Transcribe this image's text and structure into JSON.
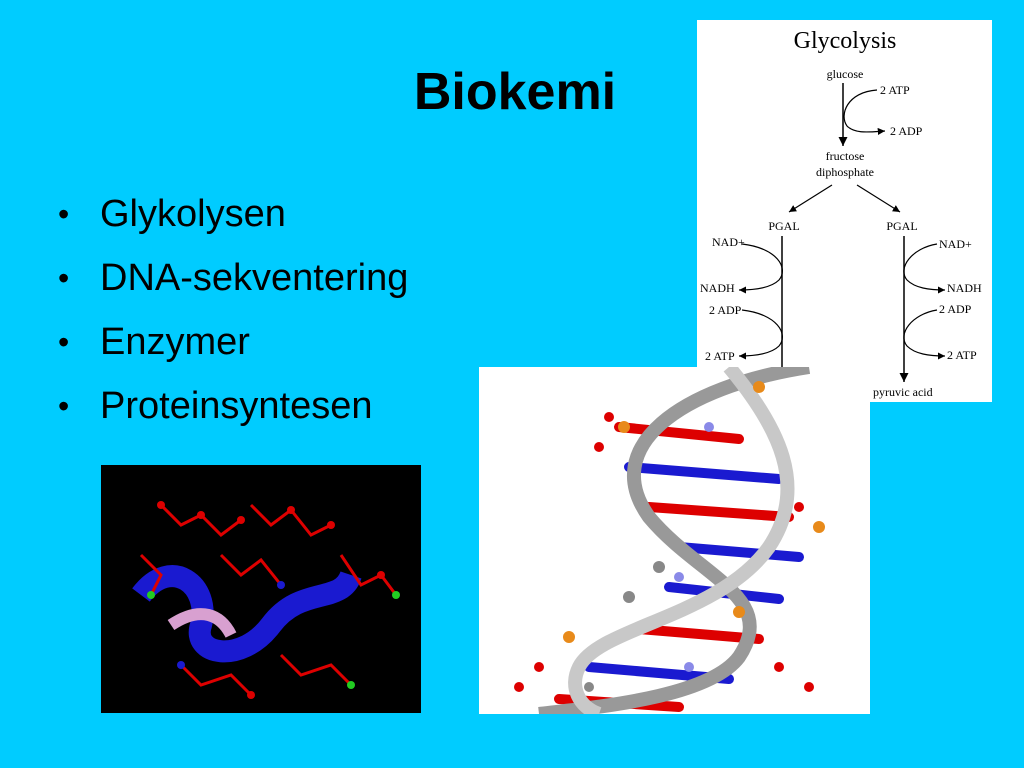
{
  "slide": {
    "title": "Biokemi",
    "bullet_glyph": "•",
    "bullets": [
      "Glykolysen",
      "DNA-sekventering",
      "Enzymer",
      "Proteinsyntesen"
    ]
  },
  "glycolysis": {
    "heading": "Glycolysis",
    "glucose": "glucose",
    "atp_in": "2 ATP",
    "adp_out": "2 ADP",
    "fructose_1": "fructose",
    "fructose_2": "diphosphate",
    "pgal_left": "PGAL",
    "pgal_right": "PGAL",
    "nad_left": "NAD+",
    "nad_right": "NAD+",
    "nadh_left": "NADH",
    "nadh_right": "NADH",
    "adp_left": "2 ADP",
    "adp_right": "2 ADP",
    "atp_left": "2 ATP",
    "atp_right": "2 ATP",
    "pyruvic": "pyruvic acid"
  },
  "images": {
    "dna_icon": "dna-double-helix-model",
    "protein_icon": "protein-ball-and-stick-model"
  },
  "colors": {
    "background": "#00CCFF",
    "text": "#000000"
  }
}
